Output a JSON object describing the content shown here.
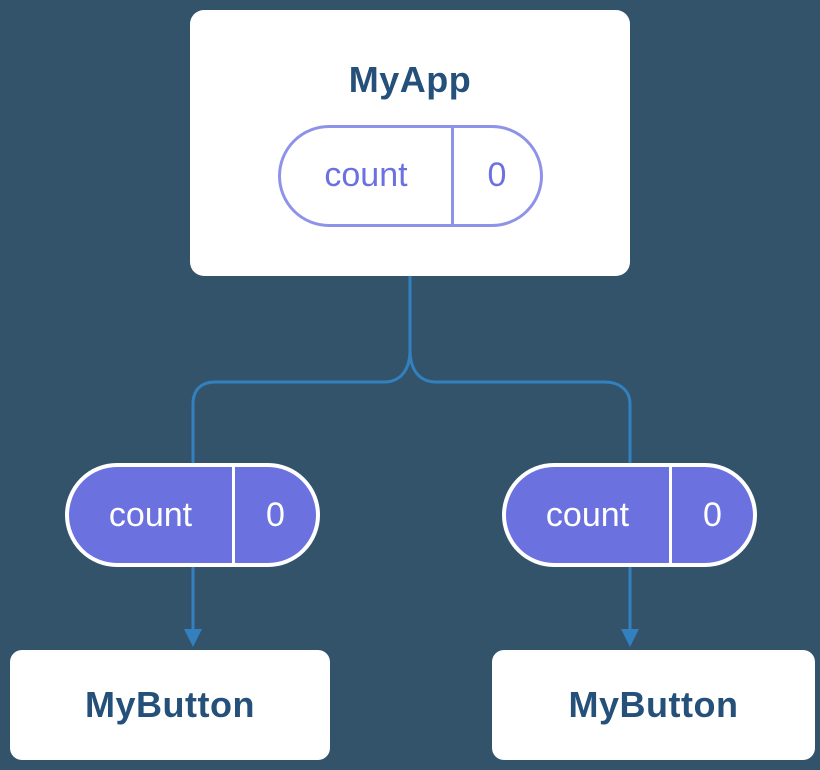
{
  "colors": {
    "background": "#33536B",
    "card_bg": "#FFFFFF",
    "title_text": "#25507A",
    "pill_fill": "#6B72E0",
    "pill_border_light": "#8F93E8",
    "pill_text_purple": "#6B72E0",
    "connector": "#3380BF"
  },
  "root_card": {
    "title": "MyApp",
    "state_pill": {
      "name": "count",
      "value": "0"
    }
  },
  "children": [
    {
      "pill": {
        "name": "count",
        "value": "0"
      },
      "card_title": "MyButton"
    },
    {
      "pill": {
        "name": "count",
        "value": "0"
      },
      "card_title": "MyButton"
    }
  ]
}
